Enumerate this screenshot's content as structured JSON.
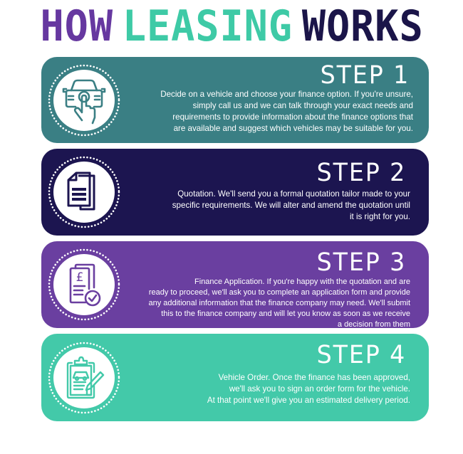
{
  "title": {
    "word1": "HOW",
    "word2": "LEASING",
    "word3": "WORKS",
    "colors": {
      "word1": "#6638a0",
      "word2": "#3ecaa6",
      "word3": "#1b1549"
    }
  },
  "steps": [
    {
      "label": "STEP 1",
      "icon": "car-touch-icon",
      "color": "#3a7f84",
      "text": "Decide on a vehicle and choose your finance option. If you're unsure,\nsimply call us and we can talk through your exact needs and\nrequirements to provide information about the finance options that\nare available and suggest which vehicles may be suitable for you."
    },
    {
      "label": "STEP 2",
      "icon": "documents-icon",
      "color": "#1c1550",
      "text": "Quotation. We'll send you a formal quotation tailor made to your\nspecific requirements. We will alter and amend the quotation until\nit is right for you."
    },
    {
      "label": "STEP 3",
      "icon": "finance-application-icon",
      "color": "#6a3fa0",
      "text": "Finance Application. If you're happy with the quotation and are\nready to proceed, we'll ask you to complete an application form and provide\nany additional information that the finance company may need. We'll submit\nthis to the finance company and will let you know as soon as we receive\na decision from them"
    },
    {
      "label": "STEP 4",
      "icon": "vehicle-order-clipboard-icon",
      "color": "#43c9a9",
      "text": "Vehicle Order. Once the finance has been approved,\nwe'll ask you to sign an order form for the vehicle.\nAt that point we'll give you an estimated delivery period."
    }
  ]
}
